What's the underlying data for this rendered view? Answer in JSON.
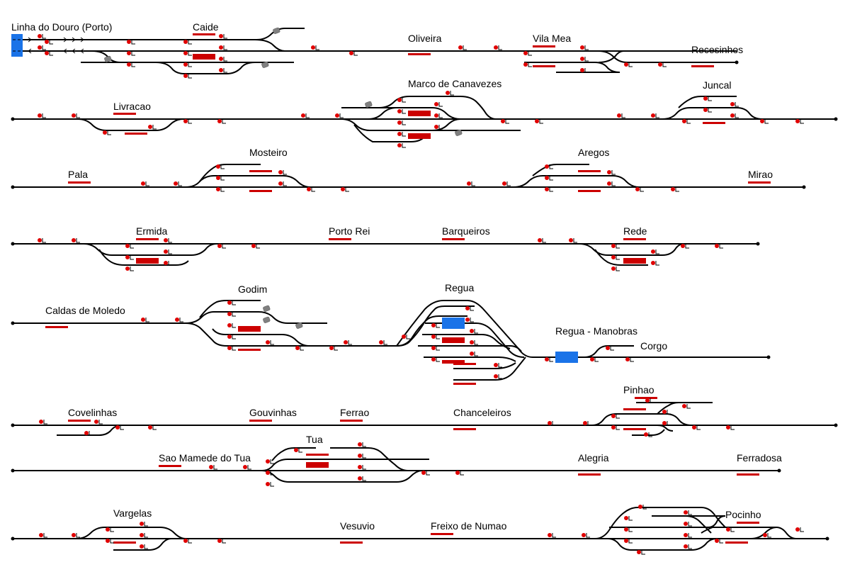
{
  "title": "Linha do Douro (Porto)",
  "stations": [
    {
      "id": "caide",
      "name": "Caide"
    },
    {
      "id": "oliveira",
      "name": "Oliveira"
    },
    {
      "id": "vila-mea",
      "name": "Vila Mea"
    },
    {
      "id": "recesinhos",
      "name": "Recesinhos"
    },
    {
      "id": "marco",
      "name": "Marco de Canavezes"
    },
    {
      "id": "livracao",
      "name": "Livracao"
    },
    {
      "id": "juncal",
      "name": "Juncal"
    },
    {
      "id": "mosteiro",
      "name": "Mosteiro"
    },
    {
      "id": "aregos",
      "name": "Aregos"
    },
    {
      "id": "pala",
      "name": "Pala"
    },
    {
      "id": "mirao",
      "name": "Mirao"
    },
    {
      "id": "ermida",
      "name": "Ermida"
    },
    {
      "id": "porto-rei",
      "name": "Porto Rei"
    },
    {
      "id": "barqueiros",
      "name": "Barqueiros"
    },
    {
      "id": "rede",
      "name": "Rede"
    },
    {
      "id": "godim",
      "name": "Godim"
    },
    {
      "id": "regua",
      "name": "Regua"
    },
    {
      "id": "caldas",
      "name": "Caldas de Moledo"
    },
    {
      "id": "regua-manobras",
      "name": "Regua - Manobras"
    },
    {
      "id": "corgo",
      "name": "Corgo"
    },
    {
      "id": "pinhao",
      "name": "Pinhao"
    },
    {
      "id": "covelinhas",
      "name": "Covelinhas"
    },
    {
      "id": "gouvinhas",
      "name": "Gouvinhas"
    },
    {
      "id": "ferrao",
      "name": "Ferrao"
    },
    {
      "id": "chanceleiros",
      "name": "Chanceleiros"
    },
    {
      "id": "tua",
      "name": "Tua"
    },
    {
      "id": "sao-mamede",
      "name": "Sao Mamede do Tua"
    },
    {
      "id": "alegria",
      "name": "Alegria"
    },
    {
      "id": "ferradosa",
      "name": "Ferradosa"
    },
    {
      "id": "vargelas",
      "name": "Vargelas"
    },
    {
      "id": "vesuvio",
      "name": "Vesuvio"
    },
    {
      "id": "freixo",
      "name": "Freixo de Numao"
    },
    {
      "id": "pocinho",
      "name": "Pocinho"
    }
  ],
  "colors": {
    "track": "#000000",
    "platform": "#cc0000",
    "signal": "#e00000",
    "train": "#1a73e8",
    "wagon": "#808080"
  }
}
